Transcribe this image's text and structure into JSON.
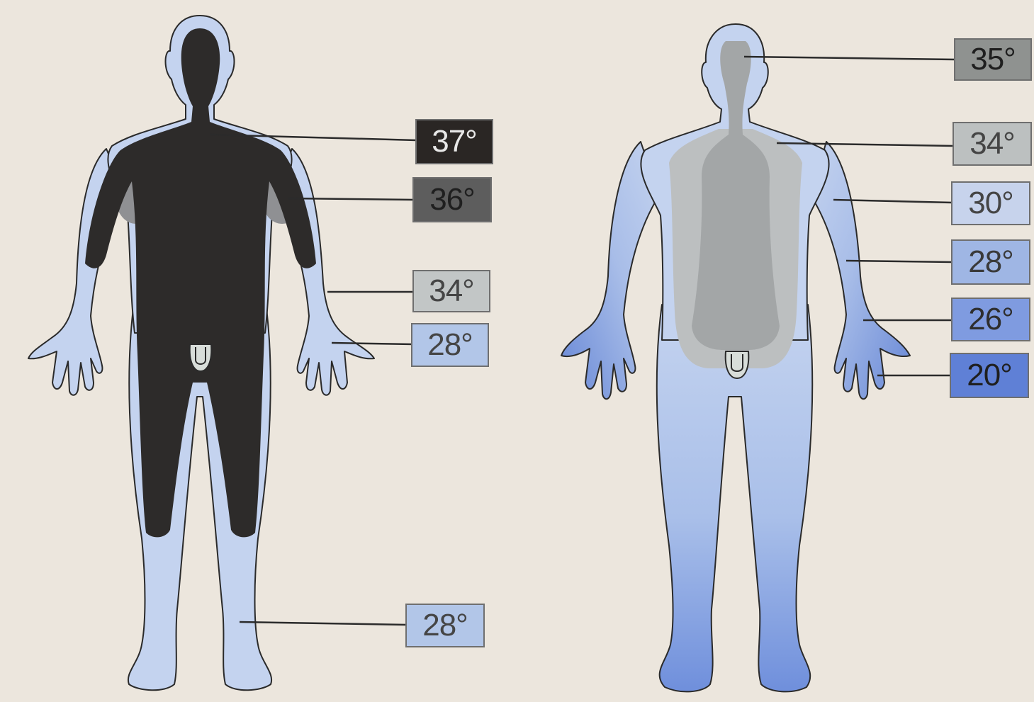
{
  "figures": [
    {
      "id": "warm",
      "labels": [
        {
          "text": "37°",
          "fill": "#2a2624",
          "color": "#e8e8e8"
        },
        {
          "text": "36°",
          "fill": "#5d5d5d",
          "color": "#1f1f1f"
        },
        {
          "text": "34°",
          "fill": "#c2c6c6",
          "color": "#454545"
        },
        {
          "text": "28°",
          "fill": "#b2c6e8",
          "color": "#454545"
        },
        {
          "text": "28°",
          "fill": "#b2c6e8",
          "color": "#454545"
        }
      ]
    },
    {
      "id": "cold",
      "labels": [
        {
          "text": "35°",
          "fill": "#8f9290",
          "color": "#1f1f1f"
        },
        {
          "text": "34°",
          "fill": "#bcc0c0",
          "color": "#454545"
        },
        {
          "text": "30°",
          "fill": "#c7d3ec",
          "color": "#454545"
        },
        {
          "text": "28°",
          "fill": "#9fb6e4",
          "color": "#3a3a3a"
        },
        {
          "text": "26°",
          "fill": "#7f9be0",
          "color": "#2e2e2e"
        },
        {
          "text": "20°",
          "fill": "#5f80d6",
          "color": "#1f1f1f"
        }
      ]
    }
  ],
  "colors": {
    "background": "#ece6dd",
    "skin_light": "#c4d3ef",
    "skin_cold": "#6a8bd8",
    "core": "#2d2b2a",
    "core_back": "#a9abac"
  }
}
